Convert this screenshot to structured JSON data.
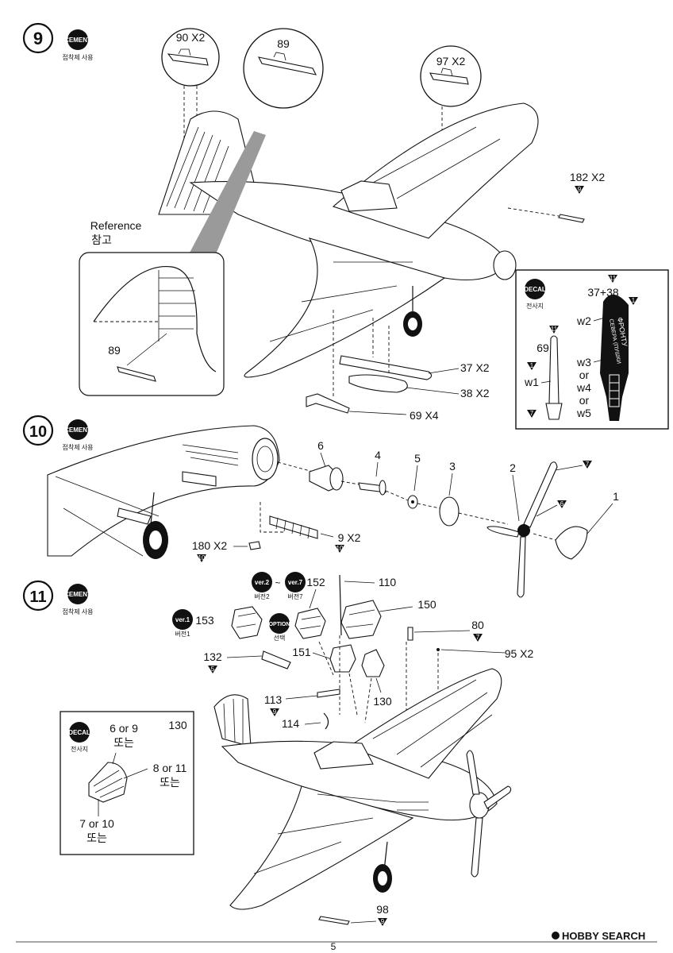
{
  "steps": [
    {
      "number": "9",
      "badge": "CEMENT",
      "badge_sub": "접착제 사용"
    },
    {
      "number": "10",
      "badge": "CEMENT",
      "badge_sub": "접착제 사용"
    },
    {
      "number": "11",
      "badge": "CEMENT",
      "badge_sub": "접착제 사용"
    }
  ],
  "step9": {
    "callout_left": "90 X2",
    "callout_mid": "89",
    "callout_right": "97 X2",
    "part_182": "182 X2",
    "marker_182": "9",
    "reference_en": "Reference",
    "reference_kr": "참고",
    "reference_part": "89",
    "part_37": "37 X2",
    "part_38": "38 X2",
    "part_69": "69 X4",
    "decal_badge": "DECAL",
    "decal_sub": "전사지",
    "decal_parts": "37+38",
    "decal_part_69": "69",
    "decal_marker_11a": "11",
    "decal_marker_1a": "1",
    "decal_marker_11b": "11",
    "decal_marker_1b": "1",
    "decal_marker_7": "7",
    "w1": "w1",
    "w2": "w2",
    "w3": "w3",
    "or1": "or",
    "w4": "w4",
    "or2": "or",
    "w5": "w5",
    "bomb_text1": "ФРОНТУ",
    "bomb_text2": "СЕВЕРА (ПУШКИ"
  },
  "step10": {
    "p6": "6",
    "p4": "4",
    "p5": "5",
    "p3": "3",
    "p2": "2",
    "p1": "1",
    "m7": "7",
    "m6": "6",
    "part_180": "180 X2",
    "marker_180": "10",
    "part_9": "9 X2",
    "marker_9": "10"
  },
  "step11": {
    "ver2": "ver.2",
    "ver2_sub": "버전2",
    "tilde": "~",
    "ver7": "ver.7",
    "ver7_sub": "버전7",
    "ver1": "ver.1",
    "ver1_sub": "버전1",
    "option": "OPTION",
    "option_sub": "선택",
    "p152": "152",
    "p110": "110",
    "p150": "150",
    "p153": "153",
    "p80": "80",
    "m80": "7",
    "p95": "95 X2",
    "p132": "132",
    "m132": "5",
    "p151": "151",
    "p130": "130",
    "p113": "113",
    "m113": "9",
    "p114": "114",
    "p98": "98",
    "m98": "9",
    "inset_part": "130",
    "inset_decal": "DECAL",
    "inset_decal_sub": "전사지",
    "inset_a": "6 or 9",
    "inset_a_kr": "또는",
    "inset_b": "8 or 11",
    "inset_b_kr": "또는",
    "inset_c": "7 or 10",
    "inset_c_kr": "또는"
  },
  "footer": {
    "page": "5",
    "watermark": "HOBBY SEARCH"
  }
}
